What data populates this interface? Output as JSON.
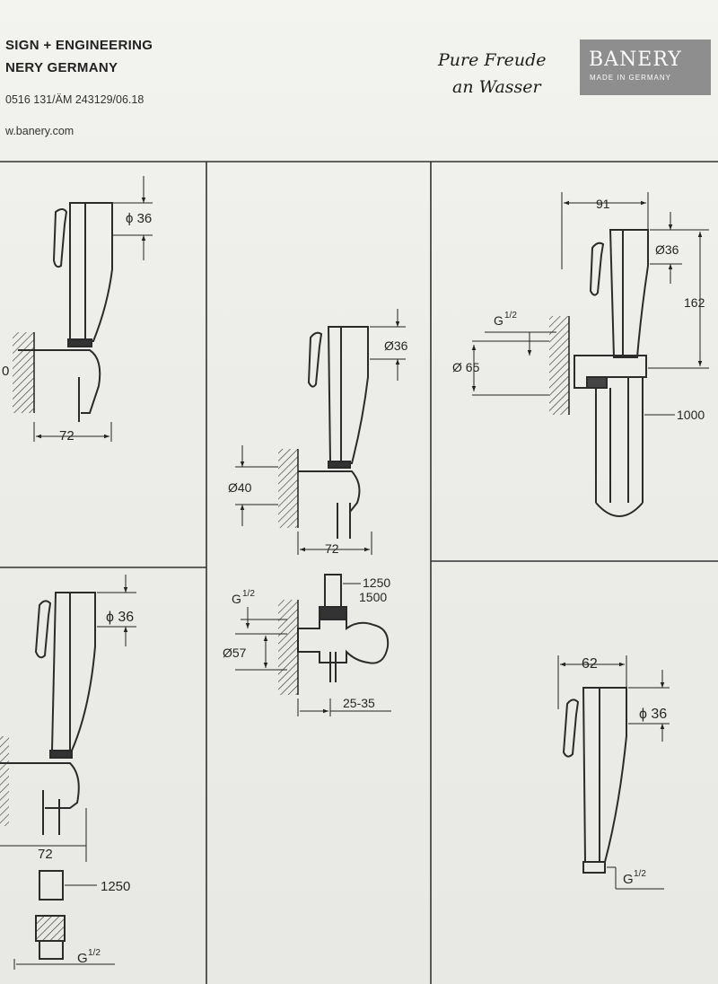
{
  "header": {
    "design_line": "SIGN + ENGINEERING",
    "company_line": "NERY GERMANY",
    "doc_code": "0516 131/ÄM 243129/06.18",
    "website": "w.banery.com",
    "slogan_line1": "Pure Freude",
    "slogan_line2": "an Wasser",
    "logo_name": "BANERY",
    "logo_tagline": "MADE IN GERMANY"
  },
  "drawings": {
    "top_left": {
      "dia": "ϕ 36",
      "partial_dim": "0",
      "width": "72"
    },
    "top_middle": {
      "dia": "Ø36",
      "holder_dia": "Ø40",
      "width": "72"
    },
    "top_right": {
      "width": "91",
      "dia": "Ø36",
      "height": "162",
      "thread": "G",
      "thread_frac": "1/2",
      "flange_dia": "Ø 65",
      "hose_len": "1000"
    },
    "middle_valve": {
      "hose_len_a": "1250",
      "hose_len_b": "1500",
      "thread": "G",
      "thread_frac": "1/2",
      "flange_dia": "Ø57",
      "depth": "25-35"
    },
    "bottom_left": {
      "dia": "ϕ 36",
      "width": "72",
      "hose_len": "1250",
      "thread": "G",
      "thread_frac": "1/2"
    },
    "bottom_right": {
      "width": "62",
      "dia": "ϕ 36",
      "thread": "G",
      "thread_frac": "1/2"
    }
  }
}
